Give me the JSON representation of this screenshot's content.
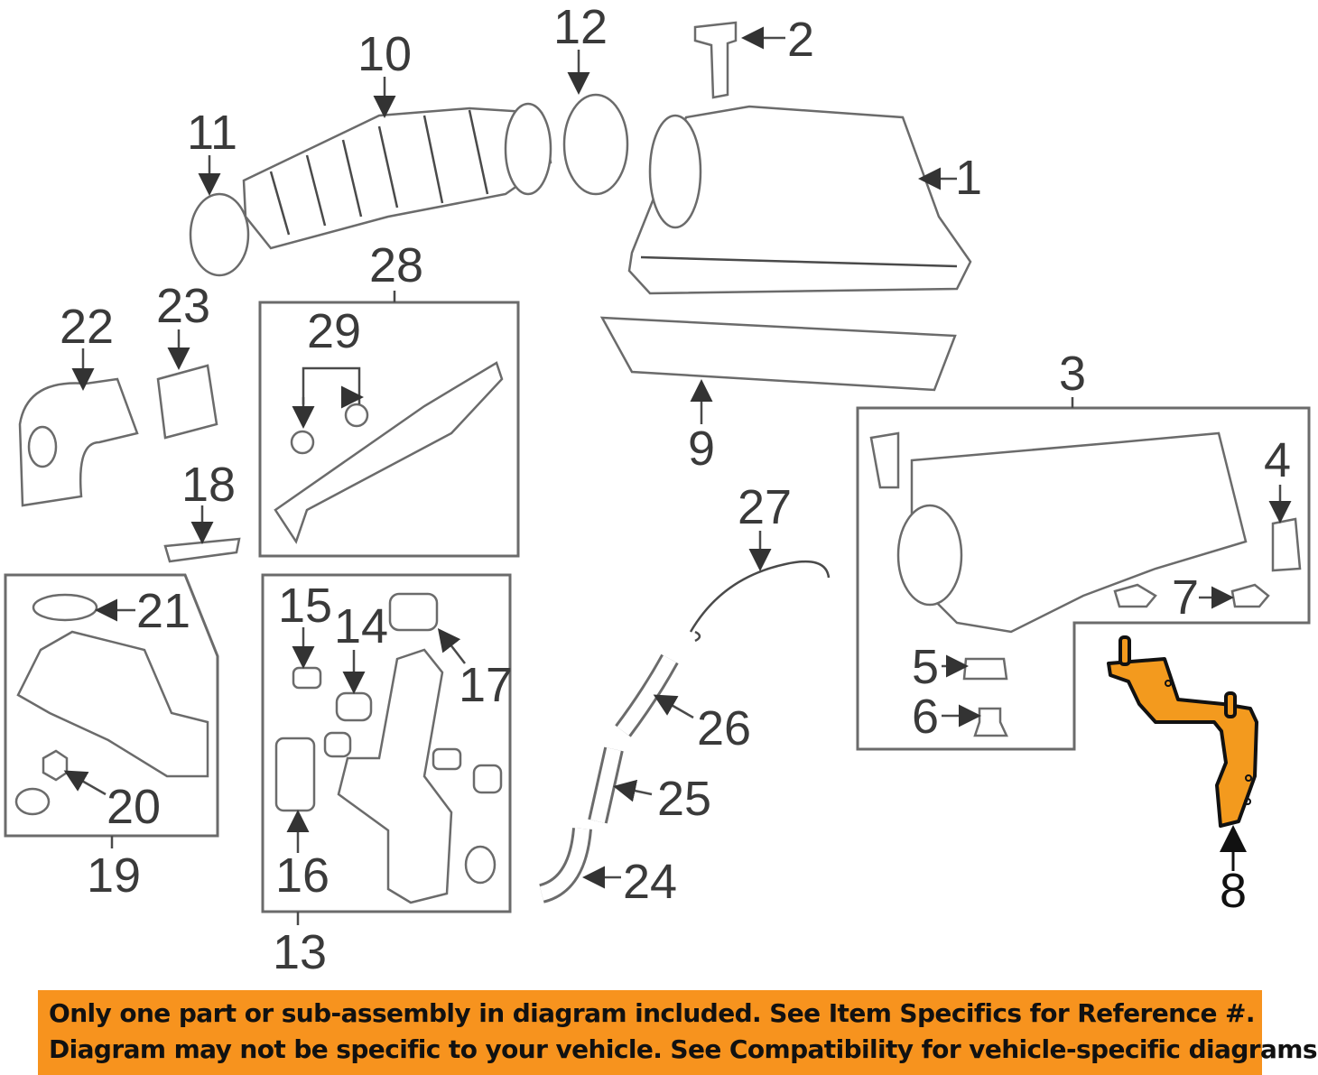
{
  "diagram": {
    "callouts": [
      "1",
      "2",
      "3",
      "4",
      "5",
      "6",
      "7",
      "8",
      "9",
      "10",
      "11",
      "12",
      "13",
      "14",
      "15",
      "16",
      "17",
      "18",
      "19",
      "20",
      "21",
      "22",
      "23",
      "24",
      "25",
      "26",
      "27",
      "28",
      "29"
    ],
    "highlighted_part": "8",
    "highlight_color": "#F39A1E"
  },
  "banner": {
    "line1": "Only one part or sub-assembly in diagram included. See Item Specifics for Reference #.",
    "line2": "Diagram may not be specific to your vehicle. See Compatibility for vehicle-specific diagrams.",
    "color": "#F7931E"
  }
}
